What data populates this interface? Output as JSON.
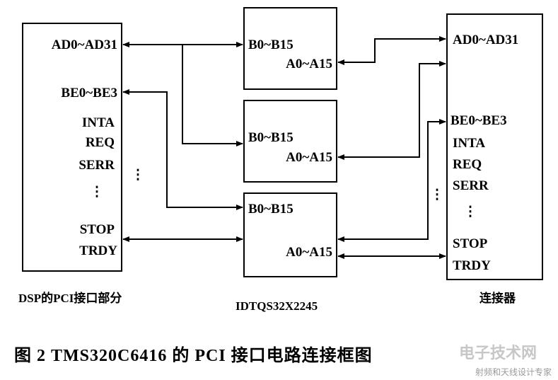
{
  "dsp_block": {
    "signals": [
      "AD0~AD31",
      "BE0~BE3",
      "INTA",
      "REQ",
      "SERR",
      "⋮",
      "STOP",
      "TRDY"
    ],
    "ellipsis": "⋮",
    "caption": "DSP的PCI接口部分"
  },
  "switch_blocks": [
    {
      "b_label": "B0~B15",
      "a_label": "A0~A15"
    },
    {
      "b_label": "B0~B15",
      "a_label": "A0~A15"
    },
    {
      "b_label": "B0~B15",
      "a_label": "A0~A15"
    }
  ],
  "switch_caption": "IDTQS32X2245",
  "connector_block": {
    "signals": [
      "AD0~AD31",
      "BE0~BE3",
      "INTA",
      "REQ",
      "SERR",
      "⋮",
      "STOP",
      "TRDY"
    ],
    "ellipsis": "⋮",
    "caption": "连接器"
  },
  "figure_caption": "图 2   TMS320C6416 的 PCI 接口电路连接框图",
  "watermark": {
    "logo_text": "电子技术网",
    "subtext": "射频和天线设计专家"
  }
}
